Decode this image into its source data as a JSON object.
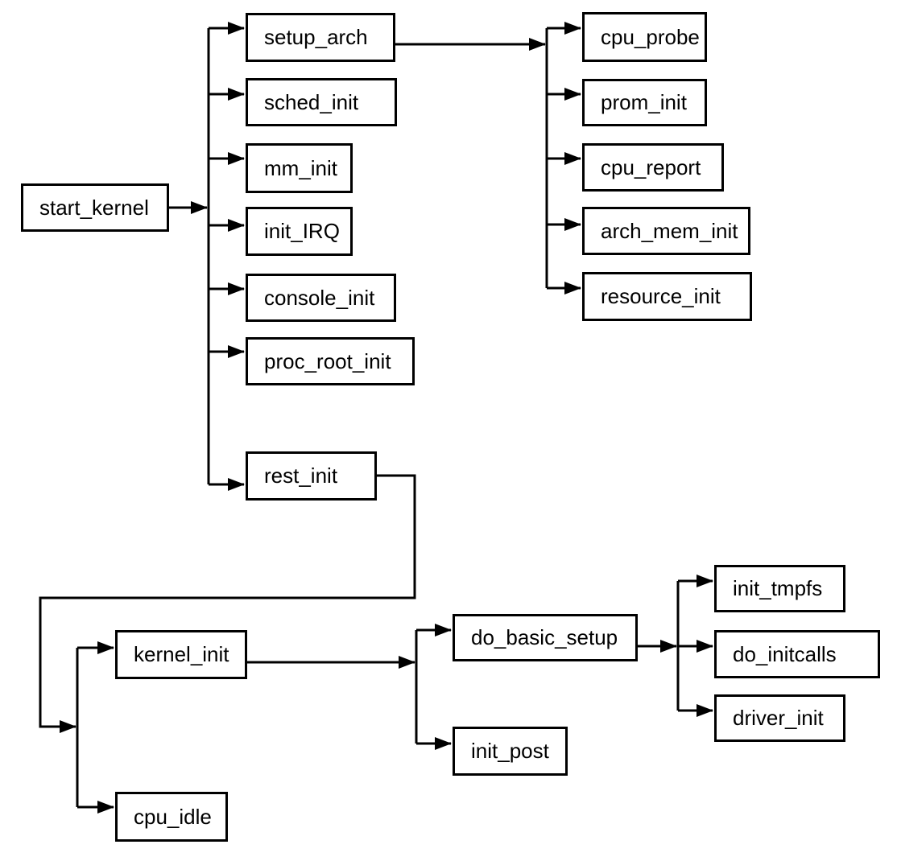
{
  "diagram": {
    "description": "Linux kernel boot sequence call flow",
    "background": "#ffffff",
    "line_color": "#000000",
    "box_border_color": "#000000",
    "box_fill": "#ffffff",
    "text_color": "#000000",
    "nodes": {
      "start_kernel": {
        "label": "start_kernel"
      },
      "setup_arch": {
        "label": "setup_arch"
      },
      "sched_init": {
        "label": "sched_init"
      },
      "mm_init": {
        "label": "mm_init"
      },
      "init_IRQ": {
        "label": "init_IRQ"
      },
      "console_init": {
        "label": "console_init"
      },
      "proc_root_init": {
        "label": "proc_root_init"
      },
      "rest_init": {
        "label": "rest_init"
      },
      "cpu_probe": {
        "label": "cpu_probe"
      },
      "prom_init": {
        "label": "prom_init"
      },
      "cpu_report": {
        "label": "cpu_report"
      },
      "arch_mem_init": {
        "label": "arch_mem_init"
      },
      "resource_init": {
        "label": "resource_init"
      },
      "kernel_init": {
        "label": "kernel_init"
      },
      "cpu_idle": {
        "label": "cpu_idle"
      },
      "do_basic_setup": {
        "label": "do_basic_setup"
      },
      "init_post": {
        "label": "init_post"
      },
      "init_tmpfs": {
        "label": "init_tmpfs"
      },
      "do_initcalls": {
        "label": "do_initcalls"
      },
      "driver_init": {
        "label": "driver_init"
      }
    },
    "edges": [
      {
        "from": "start_kernel",
        "to": "setup_arch"
      },
      {
        "from": "start_kernel",
        "to": "sched_init"
      },
      {
        "from": "start_kernel",
        "to": "mm_init"
      },
      {
        "from": "start_kernel",
        "to": "init_IRQ"
      },
      {
        "from": "start_kernel",
        "to": "console_init"
      },
      {
        "from": "start_kernel",
        "to": "proc_root_init"
      },
      {
        "from": "start_kernel",
        "to": "rest_init"
      },
      {
        "from": "setup_arch",
        "to": "cpu_probe"
      },
      {
        "from": "setup_arch",
        "to": "prom_init"
      },
      {
        "from": "setup_arch",
        "to": "cpu_report"
      },
      {
        "from": "setup_arch",
        "to": "arch_mem_init"
      },
      {
        "from": "setup_arch",
        "to": "resource_init"
      },
      {
        "from": "rest_init",
        "to": "kernel_init"
      },
      {
        "from": "rest_init",
        "to": "cpu_idle"
      },
      {
        "from": "kernel_init",
        "to": "do_basic_setup"
      },
      {
        "from": "kernel_init",
        "to": "init_post"
      },
      {
        "from": "do_basic_setup",
        "to": "init_tmpfs"
      },
      {
        "from": "do_basic_setup",
        "to": "do_initcalls"
      },
      {
        "from": "do_basic_setup",
        "to": "driver_init"
      }
    ]
  }
}
